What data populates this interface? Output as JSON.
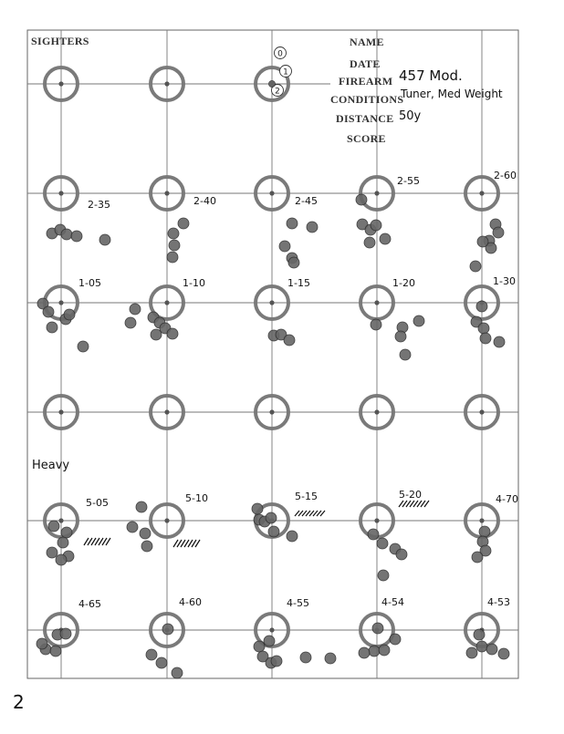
{
  "header": {
    "sighters_label": "SIGHTERS",
    "name_label": "NAME",
    "date_label": "DATE",
    "firearm_label": "FIREARM",
    "conditions_label": "CONDITIONS",
    "distance_label": "DISTANCE",
    "score_label": "SCORE",
    "firearm_value": "457 Mod.",
    "conditions_value": "Tuner, Med Weight",
    "distance_value": "50y"
  },
  "sighter_marks": [
    "0",
    "1",
    "2"
  ],
  "section_label": "Heavy",
  "page_number": "2",
  "target_labels": {
    "row2": [
      "2-35",
      "2-40",
      "2-45",
      "2-55",
      "2-60"
    ],
    "row3": [
      "1-05",
      "1-10",
      "1-15",
      "1-20",
      "1-30"
    ],
    "row5": [
      "5-05",
      "5-10",
      "5-15",
      "5-20",
      "4-70"
    ],
    "row6": [
      "4-65",
      "4-60",
      "4-55",
      "4-54",
      "4-53"
    ]
  }
}
